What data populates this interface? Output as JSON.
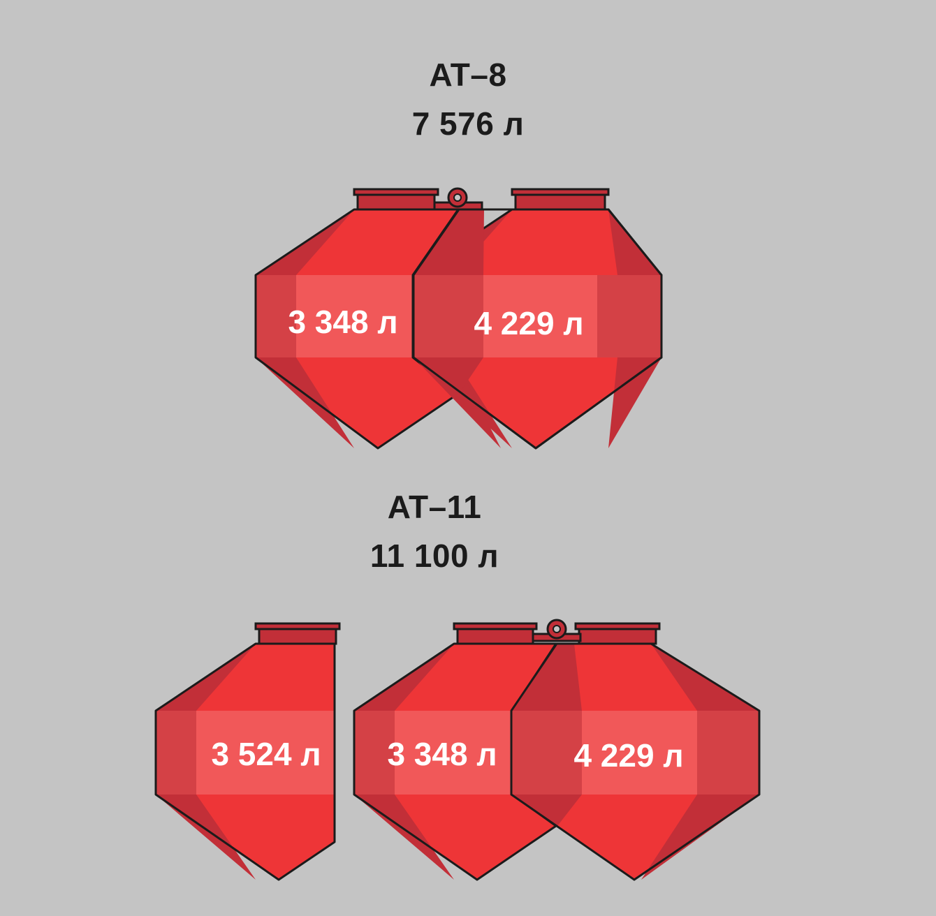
{
  "colors": {
    "background": "#c4c4c4",
    "tank_main": "#ee3537",
    "tank_dark": "#c22f38",
    "tank_mid": "#d44146",
    "tank_band": "#f15859",
    "outline": "#1b1b1b",
    "text": "#1b1b1b",
    "label": "#ffffff"
  },
  "groups": [
    {
      "model": "AT–8",
      "total": "7 576 л",
      "tanks": [
        {
          "volume": "3 348 л"
        },
        {
          "volume": "4 229 л"
        }
      ]
    },
    {
      "model": "AT–11",
      "total": "11 100 л",
      "tanks": [
        {
          "volume": "3 524 л"
        },
        {
          "volume": "3 348 л"
        },
        {
          "volume": "4 229 л"
        }
      ]
    }
  ]
}
